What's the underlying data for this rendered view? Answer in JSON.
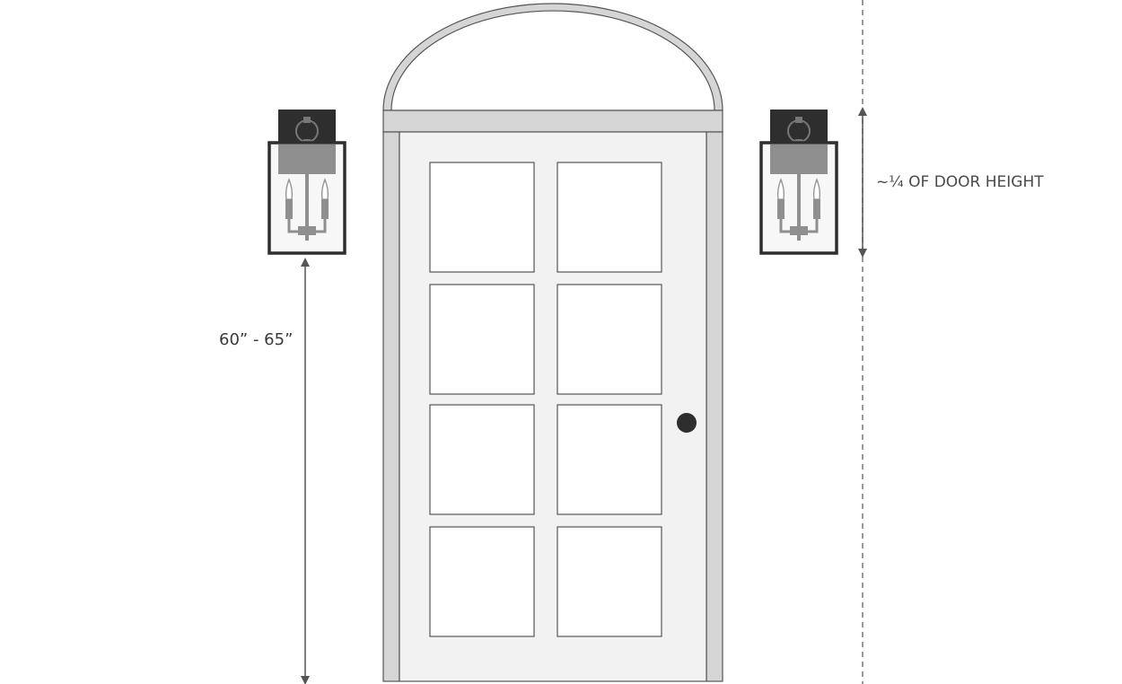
{
  "annotations": {
    "mount_height": "60” - 65”",
    "fixture_size": "~¼ OF DOOR HEIGHT"
  },
  "colors": {
    "frame_fill": "#d5d5d5",
    "door_fill": "#f2f2f2",
    "glass_fill": "#ffffff",
    "outline": "#555555",
    "fixture_dark": "#2e2e2e",
    "fixture_gray": "#8f8f8f",
    "arrow": "#555555"
  },
  "icons": {
    "left_fixture": "wall-sconce-icon",
    "right_fixture": "wall-sconce-icon",
    "knob": "door-knob-icon"
  },
  "door": {
    "pane_rows": 4,
    "pane_columns": 2
  }
}
